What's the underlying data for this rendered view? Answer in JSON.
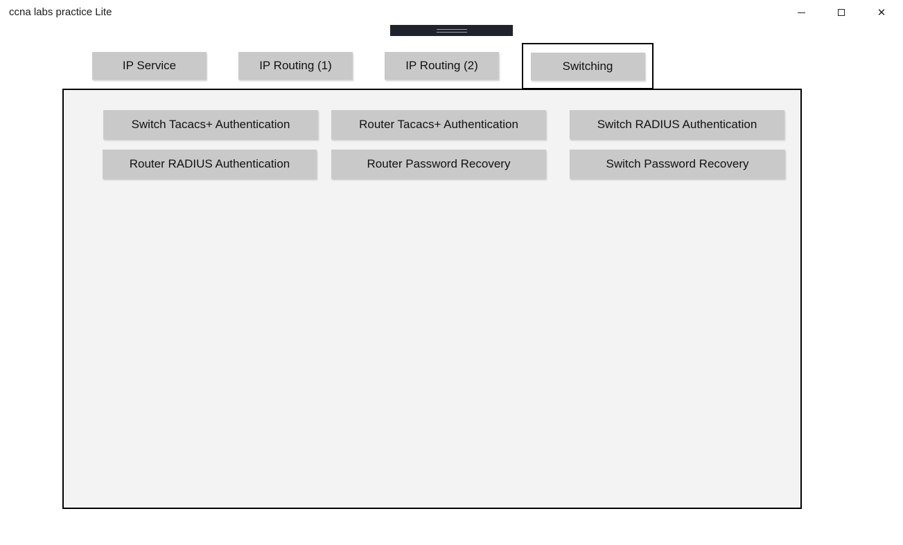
{
  "window": {
    "title": "ccna labs practice Lite",
    "close_icon": "✕"
  },
  "tabs": [
    {
      "label": "IP Service",
      "selected": false
    },
    {
      "label": "IP Routing (1)",
      "selected": false
    },
    {
      "label": "IP Routing (2)",
      "selected": false
    },
    {
      "label": "Switching",
      "selected": true
    }
  ],
  "panel": {
    "buttons": [
      "Switch Tacacs+ Authentication",
      "Router Tacacs+ Authentication",
      "Switch RADIUS Authentication",
      "Router RADIUS Authentication",
      "Router Password Recovery",
      "Switch Password Recovery"
    ]
  },
  "colors": {
    "button_bg": "#c9c9c9",
    "panel_bg": "#f3f3f3",
    "border": "#000000",
    "strip_bg": "#20232b"
  }
}
